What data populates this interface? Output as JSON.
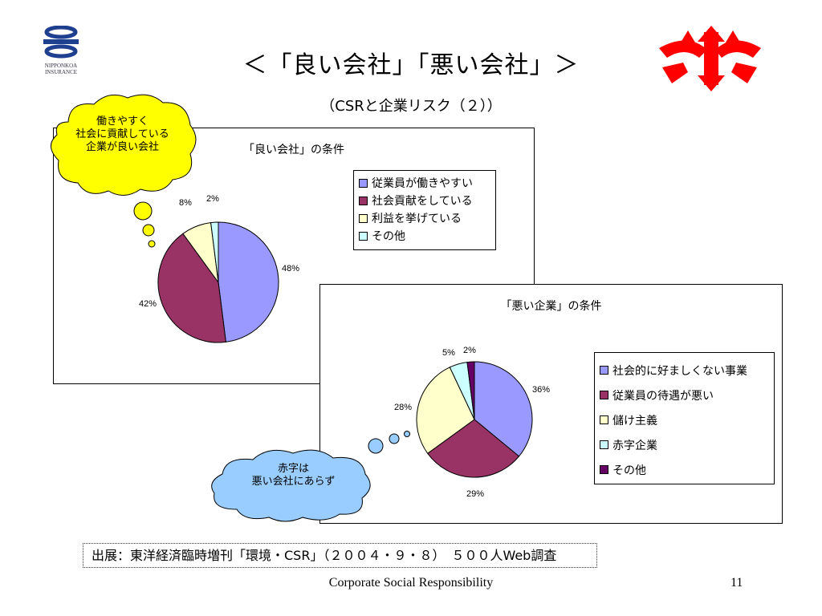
{
  "slide": {
    "title": "＜「良い会社」「悪い会社」＞",
    "subtitle": "（CSRと企業リスク（２））",
    "logo_left_text": "NIPPONKOA INSURANCE",
    "logo_left_line1": "NIPPONKOA",
    "logo_left_line2": "INSURANCE",
    "source": "出展：東洋経済臨時増刊「環境・CSR」（２００４・９・８）　５００人Web調査",
    "footer": "Corporate Social Responsibility",
    "page_number": "11"
  },
  "bubbles": {
    "good_line1": "働きやすく",
    "good_line2": "社会に貢献している",
    "good_line3": "企業が良い会社",
    "bad_line1": "赤字は",
    "bad_line2": "悪い会社にあらず"
  },
  "colors": {
    "bubble_yellow": "#ffff00",
    "bubble_blue": "#99ccff",
    "logo_red": "#ff0000",
    "logo_navy": "#1f3f8f"
  },
  "chart_data": [
    {
      "type": "pie",
      "title": "「良い会社」の条件",
      "legend_position": "top-right",
      "categories": [
        "従業員が働きやすい",
        "社会貢献をしている",
        "利益を挙げている",
        "その他"
      ],
      "values": [
        48,
        42,
        8,
        2
      ],
      "labels": [
        "48%",
        "42%",
        "8%",
        "2%"
      ],
      "colors": [
        "#9999ff",
        "#993366",
        "#ffffcc",
        "#ccffff"
      ]
    },
    {
      "type": "pie",
      "title": "「悪い企業」の条件",
      "legend_position": "right",
      "categories": [
        "社会的に好ましくない事業",
        "従業員の待遇が悪い",
        "儲け主義",
        "赤字企業",
        "その他"
      ],
      "values": [
        36,
        29,
        28,
        5,
        2
      ],
      "labels": [
        "36%",
        "29%",
        "28%",
        "5%",
        "2%"
      ],
      "colors": [
        "#9999ff",
        "#993366",
        "#ffffcc",
        "#ccffff",
        "#660066"
      ]
    }
  ]
}
